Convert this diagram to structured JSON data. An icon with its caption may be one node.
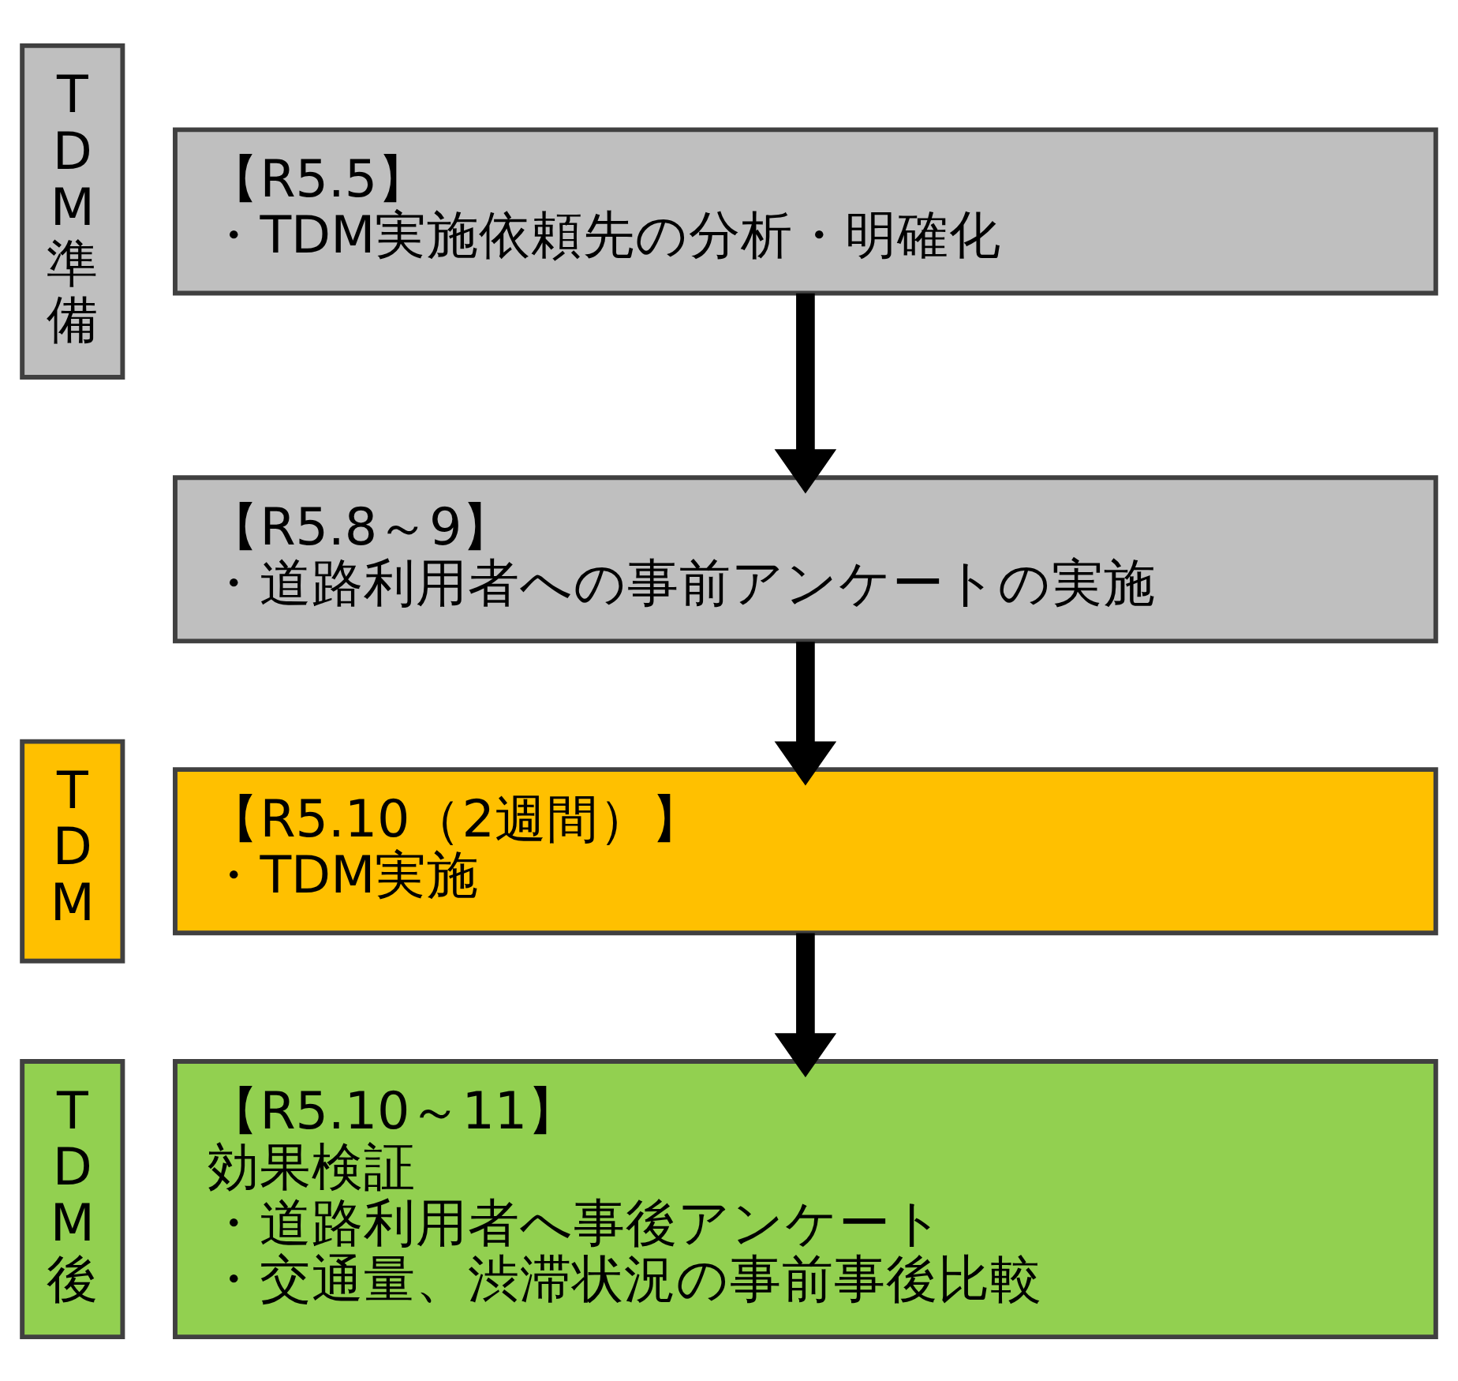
{
  "diagram": {
    "nodes": [
      {
        "text": [
          "TDM準備"
        ]
      },
      {
        "text": [
          "【R5.5】",
          "・TDM実施依頼先の分析・明確化"
        ]
      },
      {
        "text": [
          "【R5.8～9】",
          "・道路利用者への事前アンケートの実施"
        ]
      },
      {
        "text": [
          "TDM"
        ]
      },
      {
        "text": [
          "【R5.10（2週間）】",
          "・TDM実施"
        ]
      },
      {
        "text": [
          "TDM後"
        ]
      },
      {
        "text": [
          "【R5.10～11】",
          "効果検証",
          "・道路利用者へ事後アンケート",
          "・交通量、渋滞状況の事前事後比較"
        ]
      }
    ],
    "edges": [
      {
        "from": 1,
        "to": 2,
        "arrow": "to"
      },
      {
        "from": 2,
        "to": 4,
        "arrow": "to"
      },
      {
        "from": 4,
        "to": 6,
        "arrow": "to"
      }
    ]
  }
}
